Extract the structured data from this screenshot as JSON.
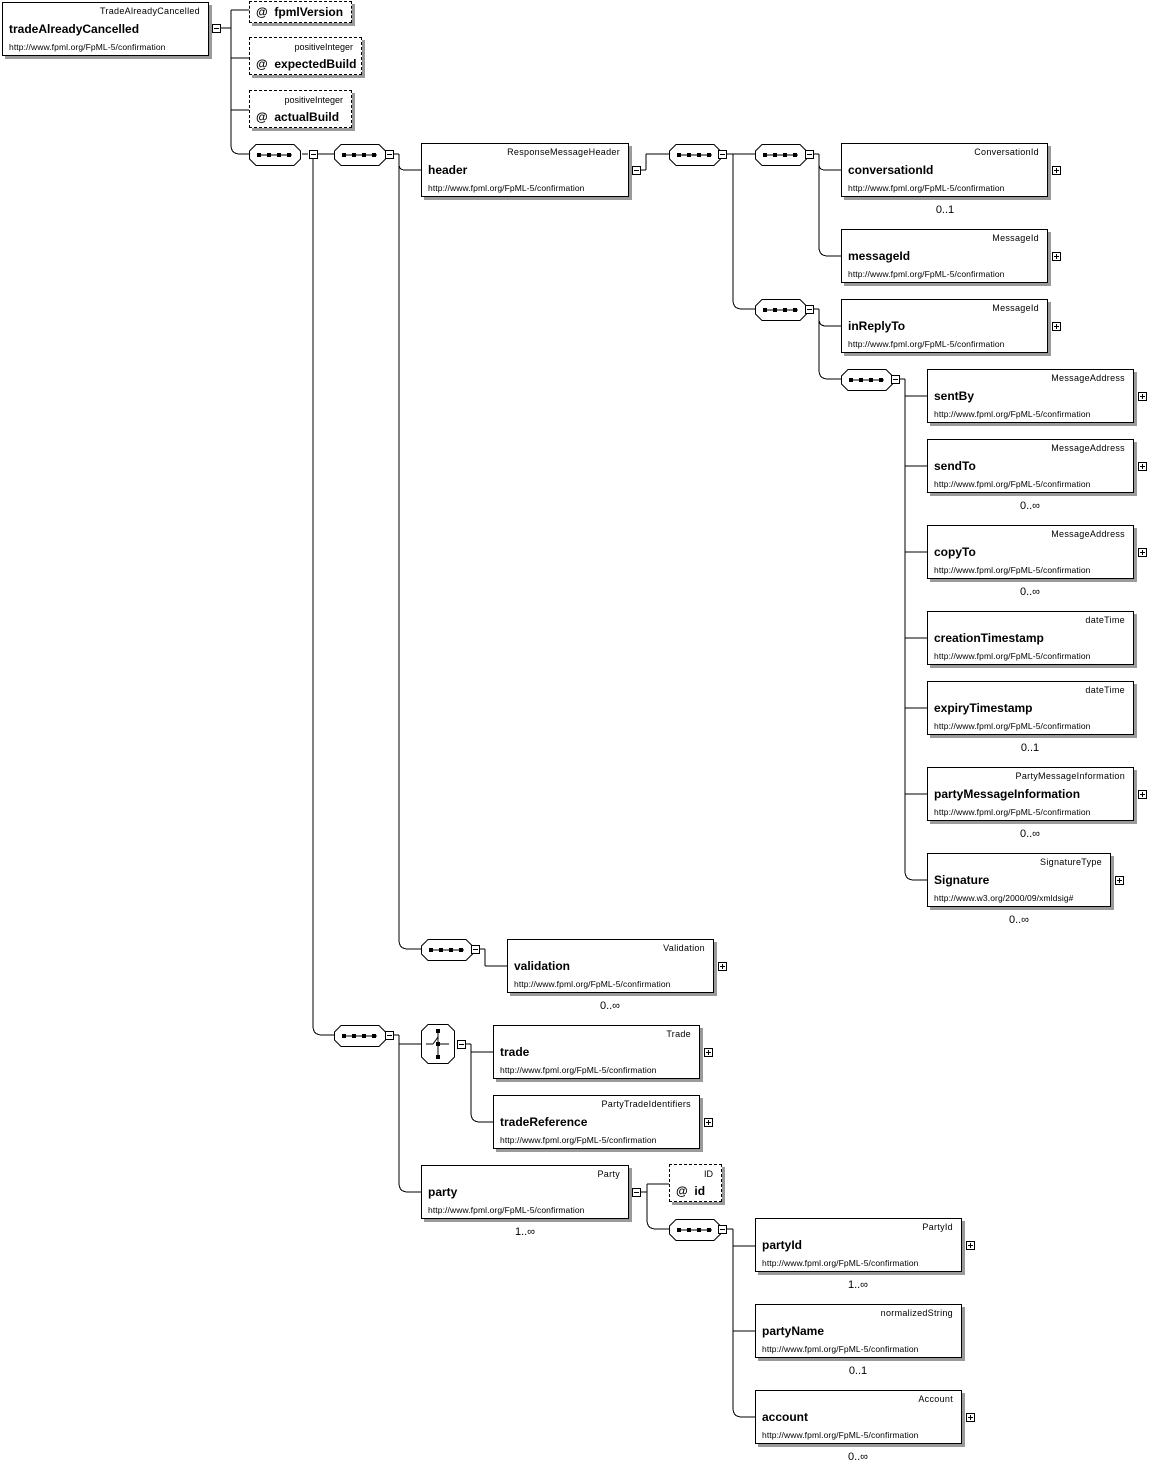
{
  "diagram": {
    "root": {
      "type": "TradeAlreadyCancelled",
      "name": "tradeAlreadyCancelled",
      "ns": "http://www.fpml.org/FpML-5/confirmation"
    },
    "attributes": {
      "fpmlVersion": {
        "type": "",
        "name": "fpmlVersion"
      },
      "expectedBuild": {
        "type": "positiveInteger",
        "name": "expectedBuild"
      },
      "actualBuild": {
        "type": "positiveInteger",
        "name": "actualBuild"
      },
      "id": {
        "type": "ID",
        "name": "id"
      }
    },
    "attribute_marker": "@",
    "elements": {
      "header": {
        "type": "ResponseMessageHeader",
        "name": "header",
        "ns": "http://www.fpml.org/FpML-5/confirmation"
      },
      "conversationId": {
        "type": "ConversationId",
        "name": "conversationId",
        "ns": "http://www.fpml.org/FpML-5/confirmation",
        "card": "0..1"
      },
      "messageId": {
        "type": "MessageId",
        "name": "messageId",
        "ns": "http://www.fpml.org/FpML-5/confirmation"
      },
      "inReplyTo": {
        "type": "MessageId",
        "name": "inReplyTo",
        "ns": "http://www.fpml.org/FpML-5/confirmation"
      },
      "sentBy": {
        "type": "MessageAddress",
        "name": "sentBy",
        "ns": "http://www.fpml.org/FpML-5/confirmation"
      },
      "sendTo": {
        "type": "MessageAddress",
        "name": "sendTo",
        "ns": "http://www.fpml.org/FpML-5/confirmation",
        "card": "0..∞"
      },
      "copyTo": {
        "type": "MessageAddress",
        "name": "copyTo",
        "ns": "http://www.fpml.org/FpML-5/confirmation",
        "card": "0..∞"
      },
      "creationTimestamp": {
        "type": "dateTime",
        "name": "creationTimestamp",
        "ns": "http://www.fpml.org/FpML-5/confirmation"
      },
      "expiryTimestamp": {
        "type": "dateTime",
        "name": "expiryTimestamp",
        "ns": "http://www.fpml.org/FpML-5/confirmation",
        "card": "0..1"
      },
      "partyMessageInformation": {
        "type": "PartyMessageInformation",
        "name": "partyMessageInformation",
        "ns": "http://www.fpml.org/FpML-5/confirmation",
        "card": "0..∞"
      },
      "signature": {
        "type": "SignatureType",
        "name": "Signature",
        "ns": "http://www.w3.org/2000/09/xmldsig#",
        "card": "0..∞"
      },
      "validation": {
        "type": "Validation",
        "name": "validation",
        "ns": "http://www.fpml.org/FpML-5/confirmation",
        "card": "0..∞"
      },
      "trade": {
        "type": "Trade",
        "name": "trade",
        "ns": "http://www.fpml.org/FpML-5/confirmation"
      },
      "tradeReference": {
        "type": "PartyTradeIdentifiers",
        "name": "tradeReference",
        "ns": "http://www.fpml.org/FpML-5/confirmation"
      },
      "party": {
        "type": "Party",
        "name": "party",
        "ns": "http://www.fpml.org/FpML-5/confirmation",
        "card": "1..∞"
      },
      "partyId": {
        "type": "PartyId",
        "name": "partyId",
        "ns": "http://www.fpml.org/FpML-5/confirmation",
        "card": "1..∞"
      },
      "partyName": {
        "type": "normalizedString",
        "name": "partyName",
        "ns": "http://www.fpml.org/FpML-5/confirmation",
        "card": "0..1"
      },
      "account": {
        "type": "Account",
        "name": "account",
        "ns": "http://www.fpml.org/FpML-5/confirmation",
        "card": "0..∞"
      }
    }
  }
}
